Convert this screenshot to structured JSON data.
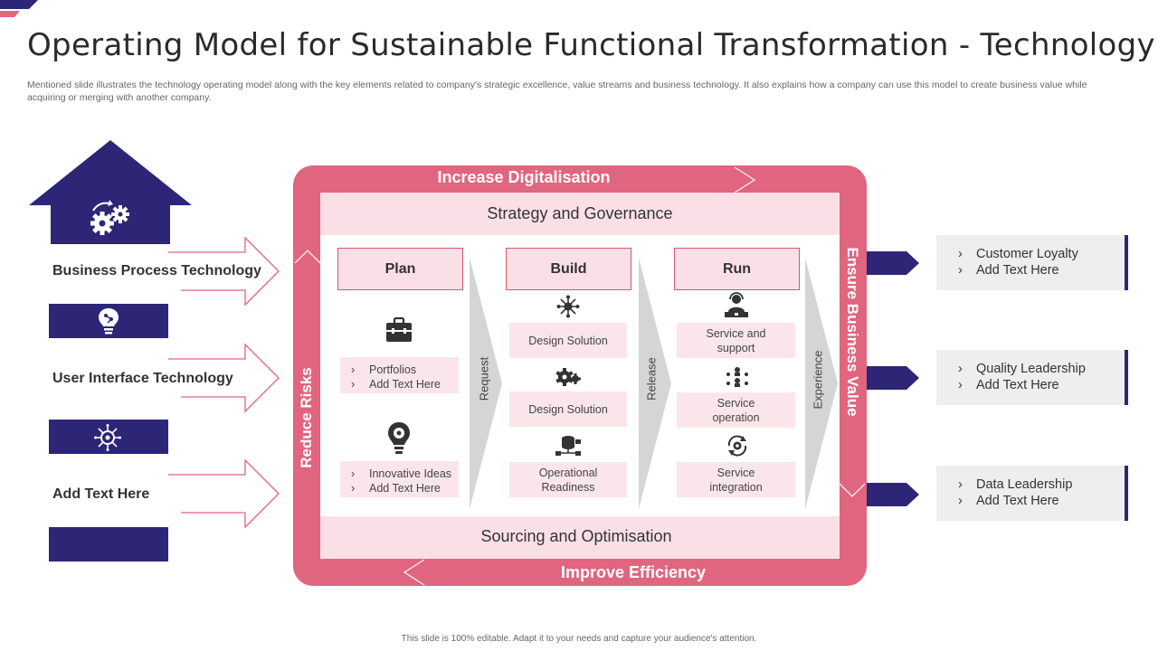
{
  "title": "Operating Model for Sustainable Functional Transformation - Technology",
  "subtitle": "Mentioned slide illustrates the technology operating model along with the key elements related to company's strategic excellence, value streams and business technology. It also explains how a company can use this model to create business value while acquiring or merging with another company.",
  "left_items": [
    {
      "label": "Business Process Technology",
      "icon": "gears-icon"
    },
    {
      "label": "User Interface Technology",
      "icon": "lightbulb-brain-icon"
    },
    {
      "label": "Add Text Here",
      "icon": "circuit-chip-icon"
    }
  ],
  "frame": {
    "top": "Increase Digitalisation",
    "bottom": "Improve Efficiency",
    "left": "Reduce Risks",
    "right": "Ensure Business Value"
  },
  "bands": {
    "top": "Strategy and Governance",
    "bottom": "Sourcing and Optimisation"
  },
  "stages": [
    {
      "name": "Plan"
    },
    {
      "name": "Build"
    },
    {
      "name": "Run"
    }
  ],
  "chevrons": [
    "Request",
    "Release",
    "Experience"
  ],
  "plan": {
    "box1": [
      "Portfolios",
      "Add Text Here"
    ],
    "box2": [
      "Innovative  Ideas",
      "Add Text Here"
    ],
    "bullet": "›"
  },
  "build": [
    "Design Solution",
    "Design Solution",
    "Operational Readiness"
  ],
  "run": [
    "Service and support",
    "Service operation",
    "Service integration"
  ],
  "right_items": [
    [
      "Customer Loyalty",
      "Add Text Here"
    ],
    [
      "Quality Leadership",
      "Add Text Here"
    ],
    [
      "Data Leadership",
      "Add Text Here"
    ]
  ],
  "footer": "This slide is 100% editable. Adapt it to your needs and capture your audience's attention.",
  "colors": {
    "navy": "#2d2676",
    "pink": "#e0657f",
    "light_pink": "#fae0e6"
  }
}
